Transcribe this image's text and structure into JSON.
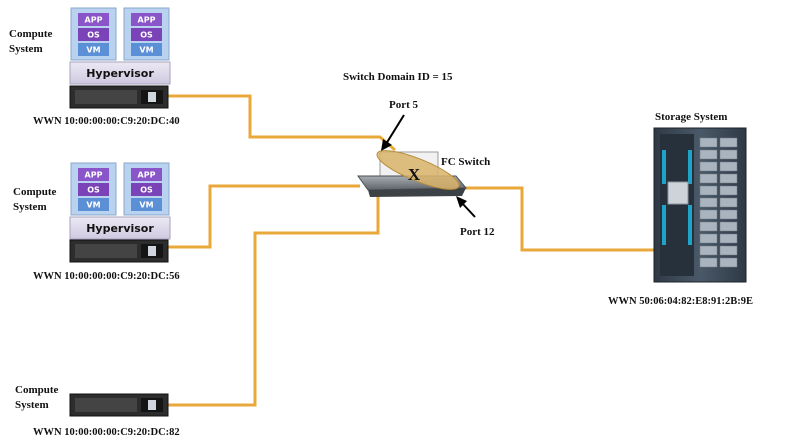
{
  "switch": {
    "domain_label": "Switch Domain ID = 15",
    "name": "FC Switch",
    "zone_mark": "X",
    "port_5": "Port 5",
    "port_12": "Port 12"
  },
  "compute": [
    {
      "label_line1": "Compute",
      "label_line2": "System",
      "wwn": "WWN 10:00:00:00:C9:20:DC:40",
      "vm1": {
        "app": "APP",
        "os": "OS",
        "vm": "VM"
      },
      "vm2": {
        "app": "APP",
        "os": "OS",
        "vm": "VM"
      },
      "hypervisor": "Hypervisor"
    },
    {
      "label_line1": "Compute",
      "label_line2": "System",
      "wwn": "WWN 10:00:00:00:C9:20:DC:56",
      "vm1": {
        "app": "APP",
        "os": "OS",
        "vm": "VM"
      },
      "vm2": {
        "app": "APP",
        "os": "OS",
        "vm": "VM"
      },
      "hypervisor": "Hypervisor"
    },
    {
      "label_line1": "Compute",
      "label_line2": "System",
      "wwn": "WWN 10:00:00:00:C9:20:DC:82"
    }
  ],
  "storage": {
    "label": "Storage System",
    "wwn": "WWN 50:06:04:82:E8:91:2B:9E"
  },
  "colors": {
    "cable": "#e8a93a",
    "app_block": "#8a55c9",
    "os_block": "#7a44b8",
    "vm_block": "#5b8fd6",
    "hypervisor": "#dcd8ea",
    "server": "#2d2d2d",
    "storage_rack": "#3c4a58",
    "storage_accent": "#1fa4c9"
  }
}
